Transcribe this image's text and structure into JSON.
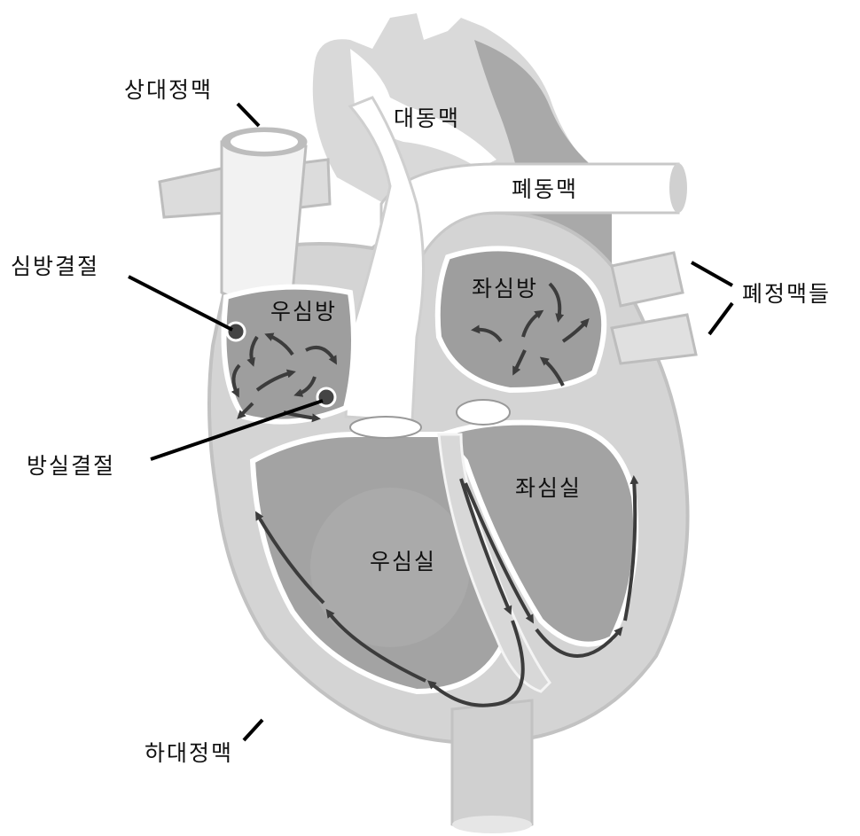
{
  "colors": {
    "outer": "#d6d6d6",
    "edge": "#bdbdbd",
    "chamber": "#9e9e9e",
    "chamber_light": "#b3b3b3",
    "vessel_white": "#ffffff",
    "arrow": "#3c3c3c",
    "line": "#000000",
    "defect_dot": "#444444"
  },
  "labels": {
    "superior_vena_cava": "상대정맥",
    "aorta": "대동맥",
    "pulmonary_artery": "폐동맥",
    "asd": "심방결절",
    "right_atrium": "우심방",
    "left_atrium": "좌심방",
    "pulmonary_veins": "폐정맥들",
    "vsd": "방실결절",
    "left_ventricle": "좌심실",
    "right_ventricle": "우심실",
    "inferior_vena_cava": "하대정맥"
  }
}
